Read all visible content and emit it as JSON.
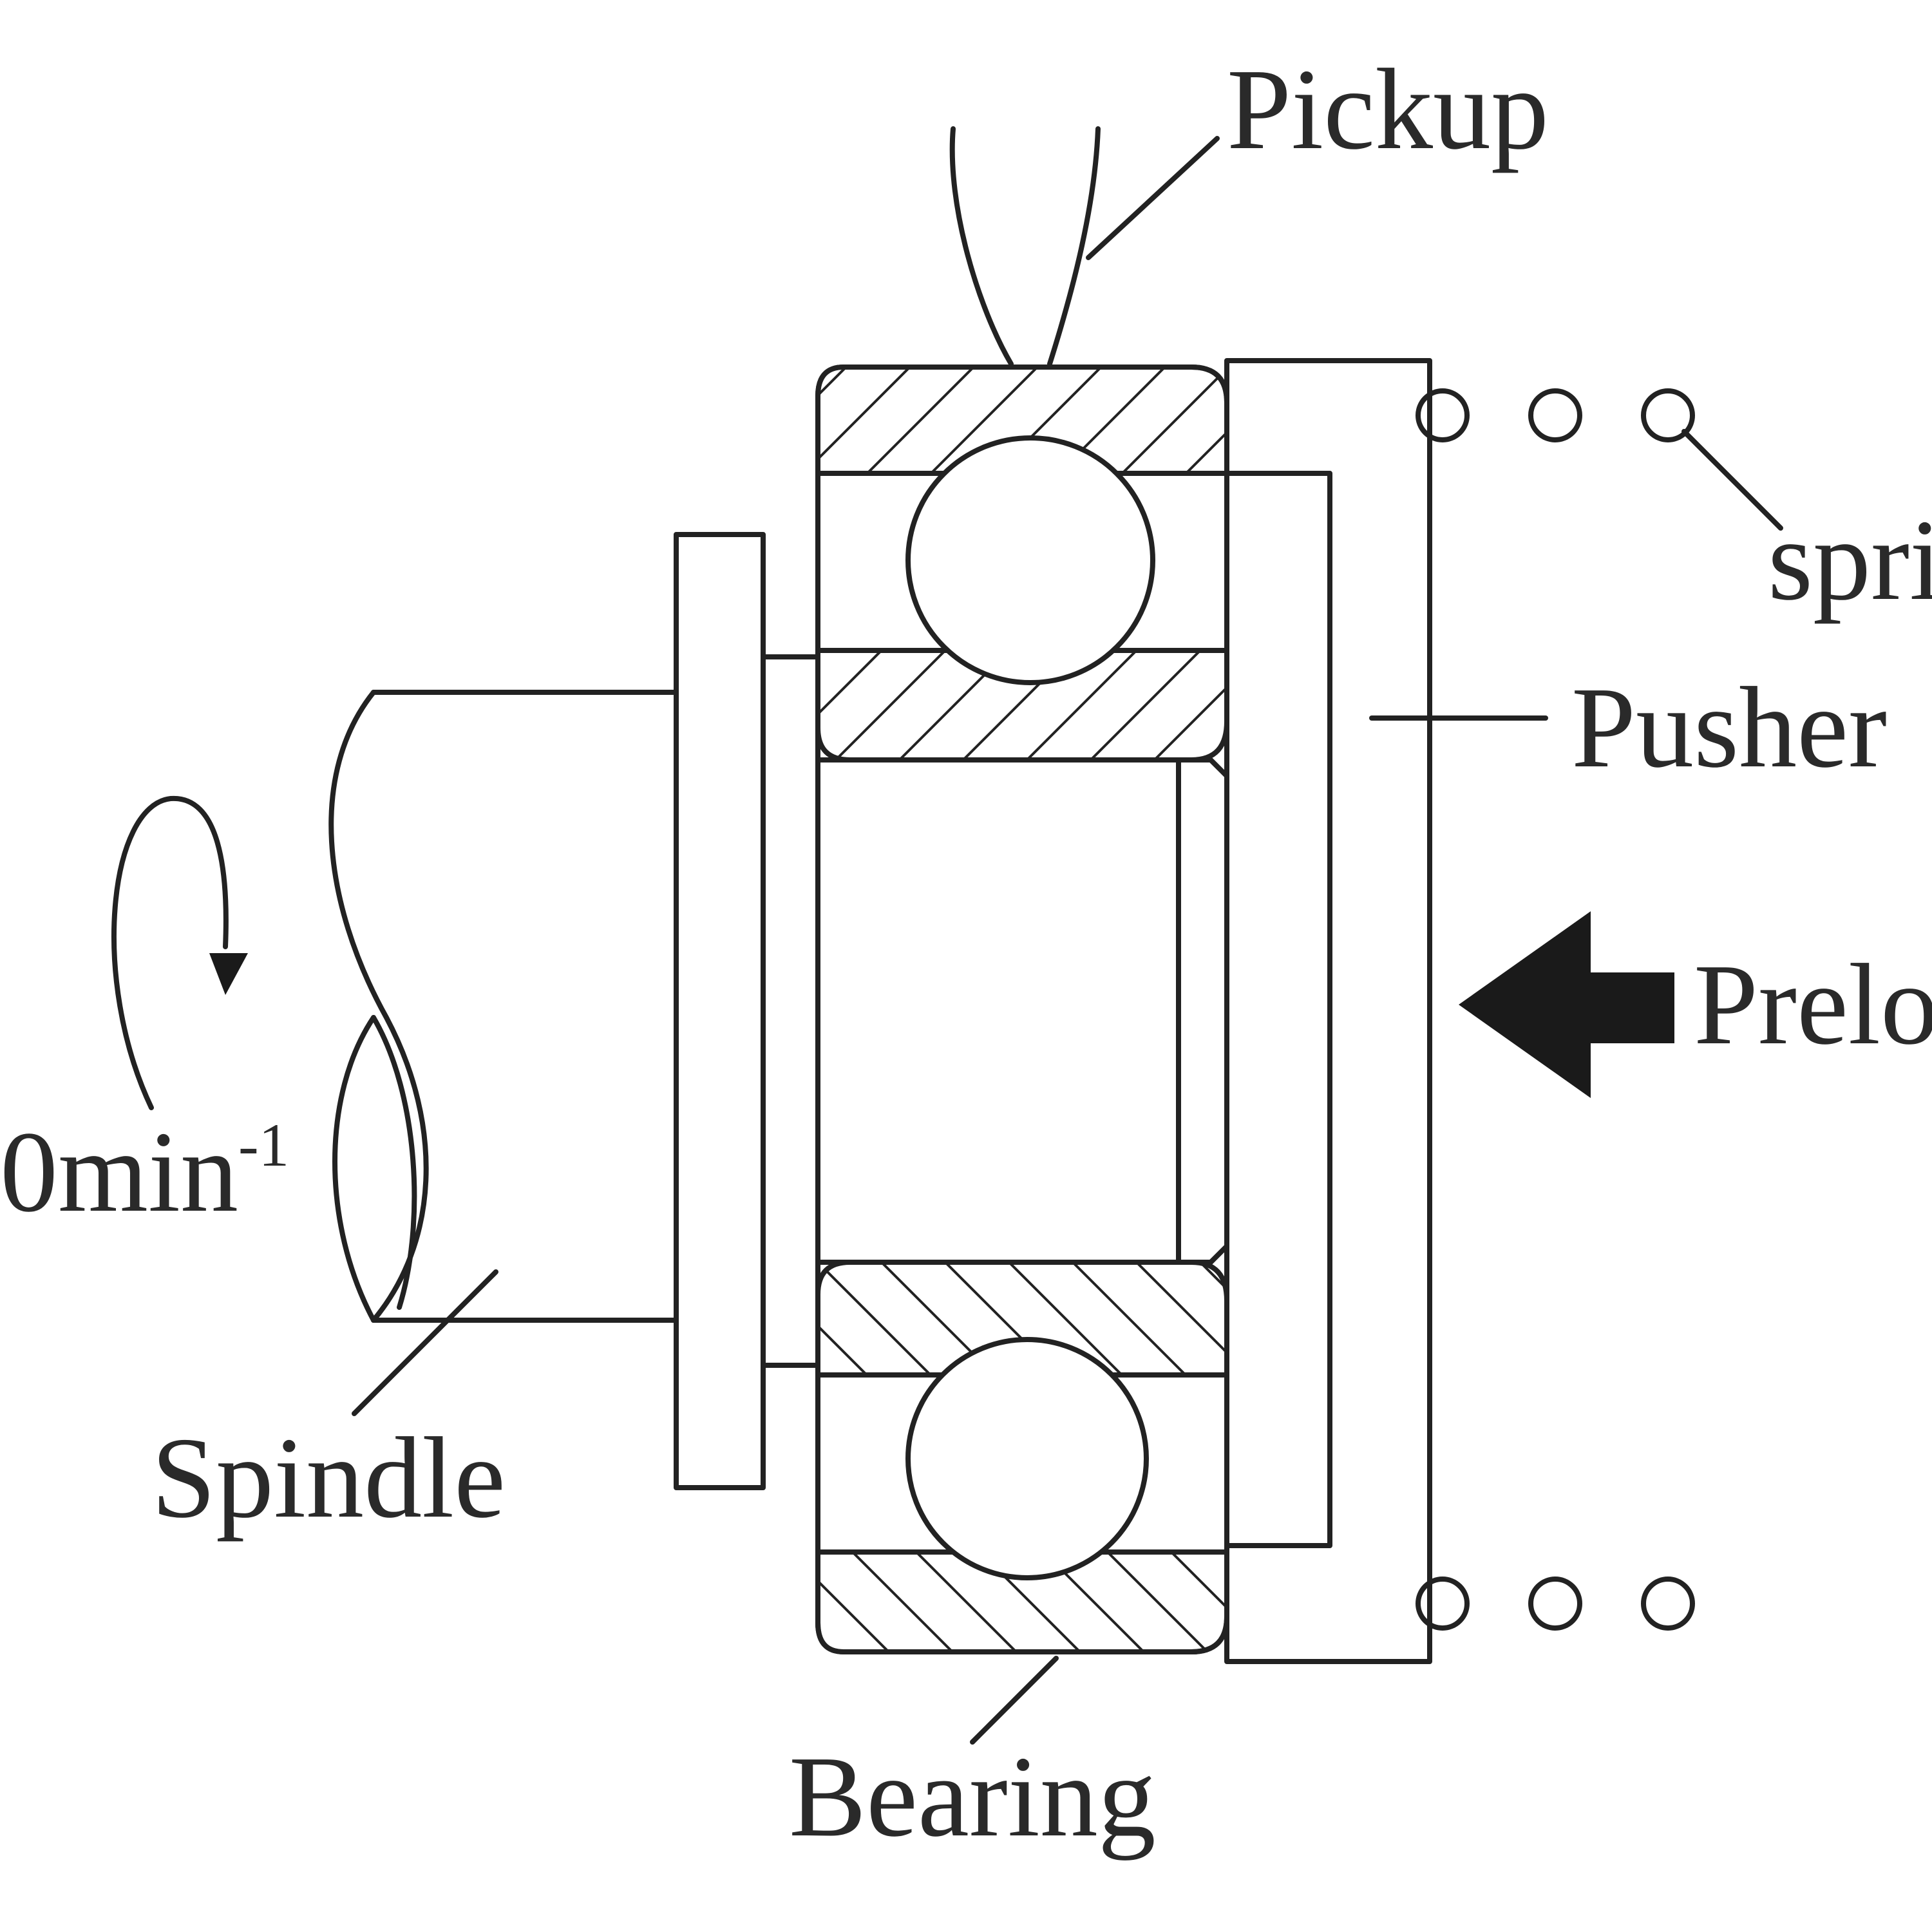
{
  "labels": {
    "pickup": "Pickup",
    "spring": "spri",
    "pusher": "Pusher",
    "preload": "Prelo",
    "speed_value": "0min",
    "speed_exponent": "-1",
    "spindle": "Spindle",
    "bearing": "Bearing"
  },
  "icons": {
    "rotation": "rotation-arrow-icon",
    "preload": "preload-arrow-icon"
  },
  "colors": {
    "line": "#222222",
    "arrow": "#1a1a1a",
    "background": "#ffffff"
  }
}
